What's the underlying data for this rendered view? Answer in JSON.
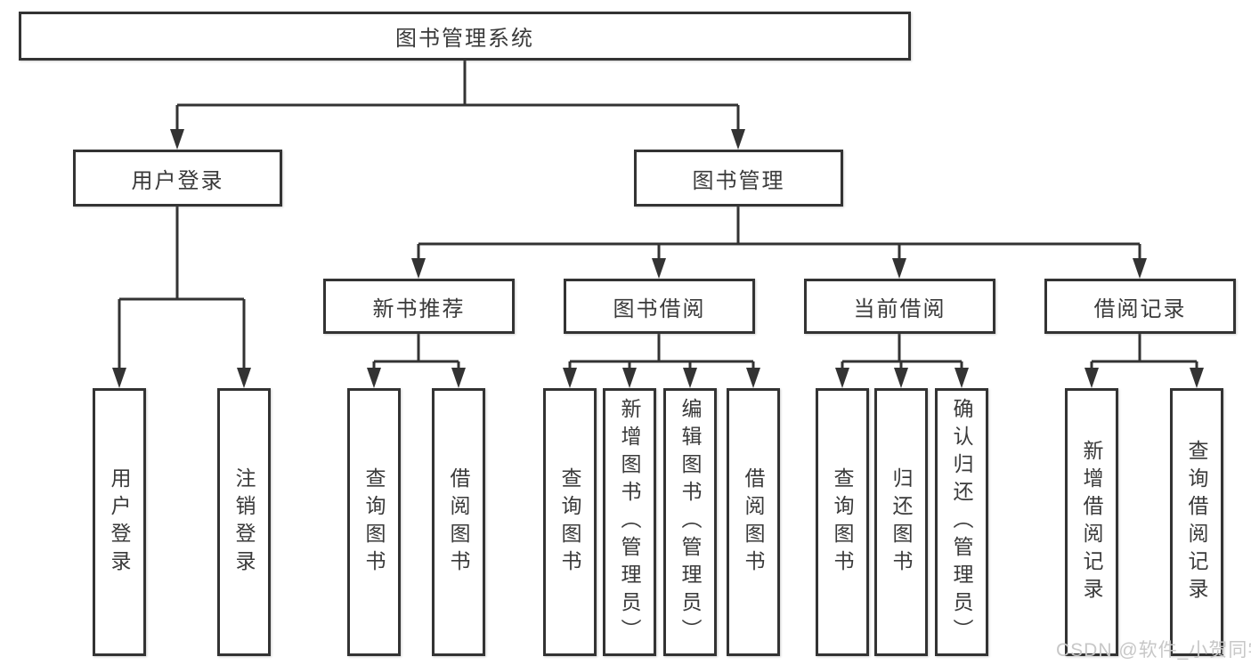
{
  "colors": {
    "background": "#ffffff",
    "line": "#333333",
    "node_border": "#333333",
    "node_fill": "#ffffff",
    "text": "#3a3a3a",
    "watermark": "#c7c7c7"
  },
  "diagram": {
    "type": "tree",
    "root": {
      "label": "图书管理系统"
    },
    "branches": [
      {
        "label": "用户登录",
        "children": [
          {
            "label": "用户登录"
          },
          {
            "label": "注销登录"
          }
        ]
      },
      {
        "label": "图书管理",
        "children": [
          {
            "label": "新书推荐",
            "children": [
              {
                "label": "查询图书"
              },
              {
                "label": "借阅图书"
              }
            ]
          },
          {
            "label": "图书借阅",
            "children": [
              {
                "label": "查询图书"
              },
              {
                "label": "新增图书（管理员）"
              },
              {
                "label": "编辑图书（管理员）"
              },
              {
                "label": "借阅图书"
              }
            ]
          },
          {
            "label": "当前借阅",
            "children": [
              {
                "label": "查询图书"
              },
              {
                "label": "归还图书"
              },
              {
                "label": "确认归还（管理员）"
              }
            ]
          },
          {
            "label": "借阅记录",
            "children": [
              {
                "label": "新增借阅记录"
              },
              {
                "label": "查询借阅记录"
              }
            ]
          }
        ]
      }
    ]
  },
  "watermark": {
    "text": "CSDN @软件_小贺同学"
  }
}
